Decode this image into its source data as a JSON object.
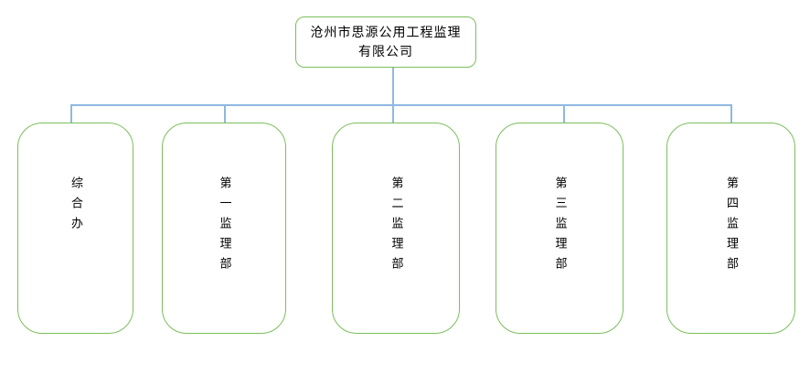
{
  "root": {
    "full_name": "沧州市思源公用工程监理有限公司",
    "line1": "沧州市思源公用工程监理",
    "line2": "有限公司"
  },
  "departments": [
    {
      "label": "综合办"
    },
    {
      "label": "第一监理部"
    },
    {
      "label": "第二监理部"
    },
    {
      "label": "第三监理部"
    },
    {
      "label": "第四监理部"
    }
  ],
  "colors": {
    "box_border": "#7cbe5c",
    "connector": "#8fb8e0",
    "text": "#000000",
    "background": "#ffffff"
  }
}
